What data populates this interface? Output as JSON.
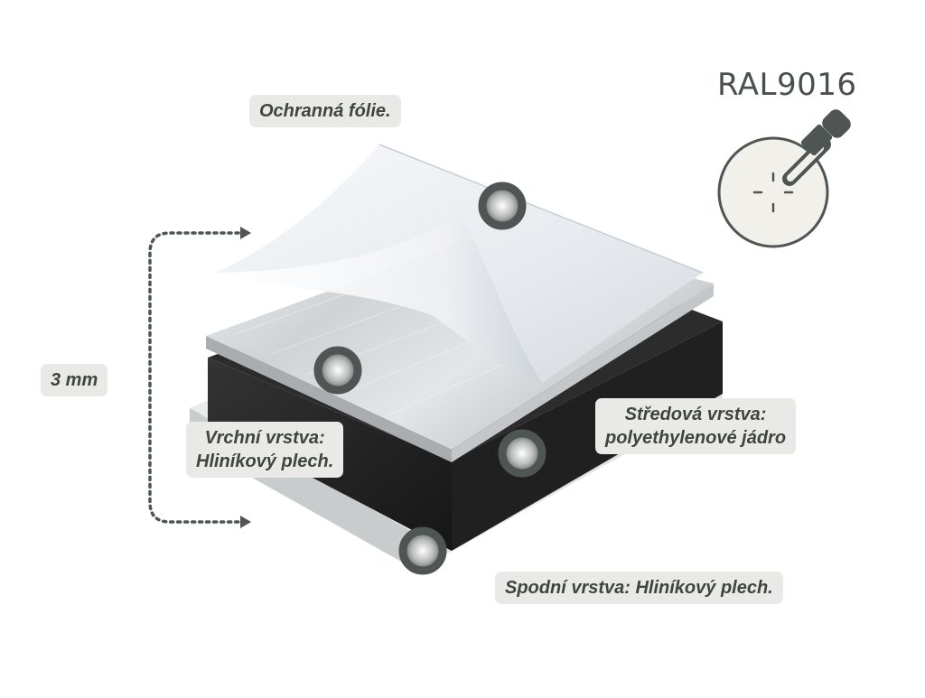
{
  "labels": {
    "protective_film": "Ochranná fólie.",
    "thickness": "3 mm",
    "top_layer": [
      "Vrchní vrstva:",
      "Hliníkový plech."
    ],
    "middle_layer": [
      "Středová vrstva:",
      "polyethylenové jádro"
    ],
    "bottom_layer": "Spodní vrstva: Hliníkový plech."
  },
  "color_code": "RAL9016",
  "icons": {
    "marker": "layer-marker-icon",
    "dropper": "eyedropper-icon",
    "arrow": "dotted-arrow-icon"
  },
  "colors": {
    "ral_swatch": "#f1f0eb",
    "core": "#262626",
    "marker_ring": "#4f5553",
    "label_bg": "#e9eae8",
    "label_text": "#3f4442"
  }
}
